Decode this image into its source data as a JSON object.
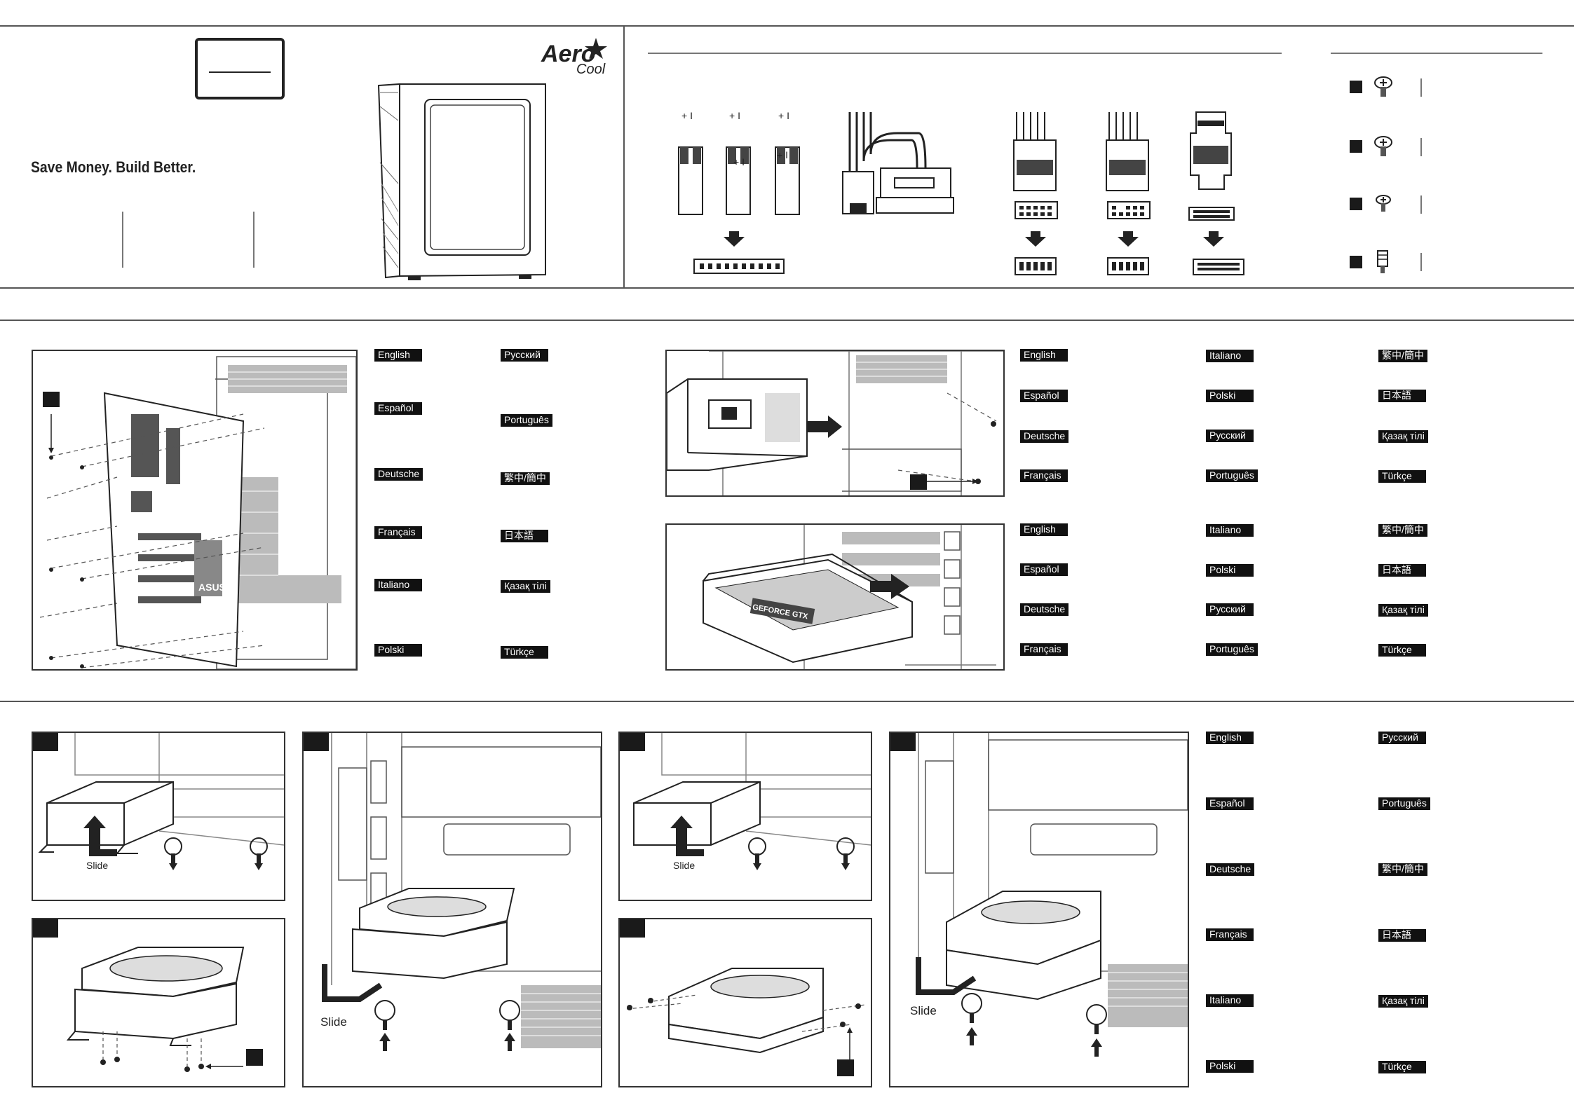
{
  "brand": {
    "name_part1": "Aero",
    "name_part2": "Cool"
  },
  "tagline": "Save Money. Build Better.",
  "slide_label": "Slide",
  "motherboard_brand": "ASUS",
  "gpu_brand": "GEFORCE GTX",
  "languages_col_a": [
    "English",
    "Español",
    "Deutsche",
    "Français",
    "Italiano",
    "Polski"
  ],
  "languages_col_b": [
    "Русский",
    "Português",
    "繁中/簡中",
    "日本語",
    "Қазақ тілі",
    "Türkçe"
  ],
  "languages_psu_1": [
    "English",
    "Español",
    "Deutsche",
    "Français"
  ],
  "languages_psu_2": [
    "Italiano",
    "Polski",
    "Русский",
    "Português"
  ],
  "languages_psu_3": [
    "繁中/簡中",
    "日本語",
    "Қазақ тілі",
    "Türkçe"
  ],
  "languages_gpu_1": [
    "English",
    "Español",
    "Deutsche",
    "Français"
  ],
  "languages_gpu_2": [
    "Italiano",
    "Polski",
    "Русский",
    "Português"
  ],
  "languages_gpu_3": [
    "繁中/簡中",
    "日本語",
    "Қазақ тілі",
    "Türkçe"
  ],
  "languages_hdd_1": [
    "English",
    "Español",
    "Deutsche",
    "Français",
    "Italiano",
    "Polski"
  ],
  "languages_hdd_2": [
    "Русский",
    "Português",
    "繁中/簡中",
    "日本語",
    "Қазақ тілі",
    "Türkçe"
  ]
}
